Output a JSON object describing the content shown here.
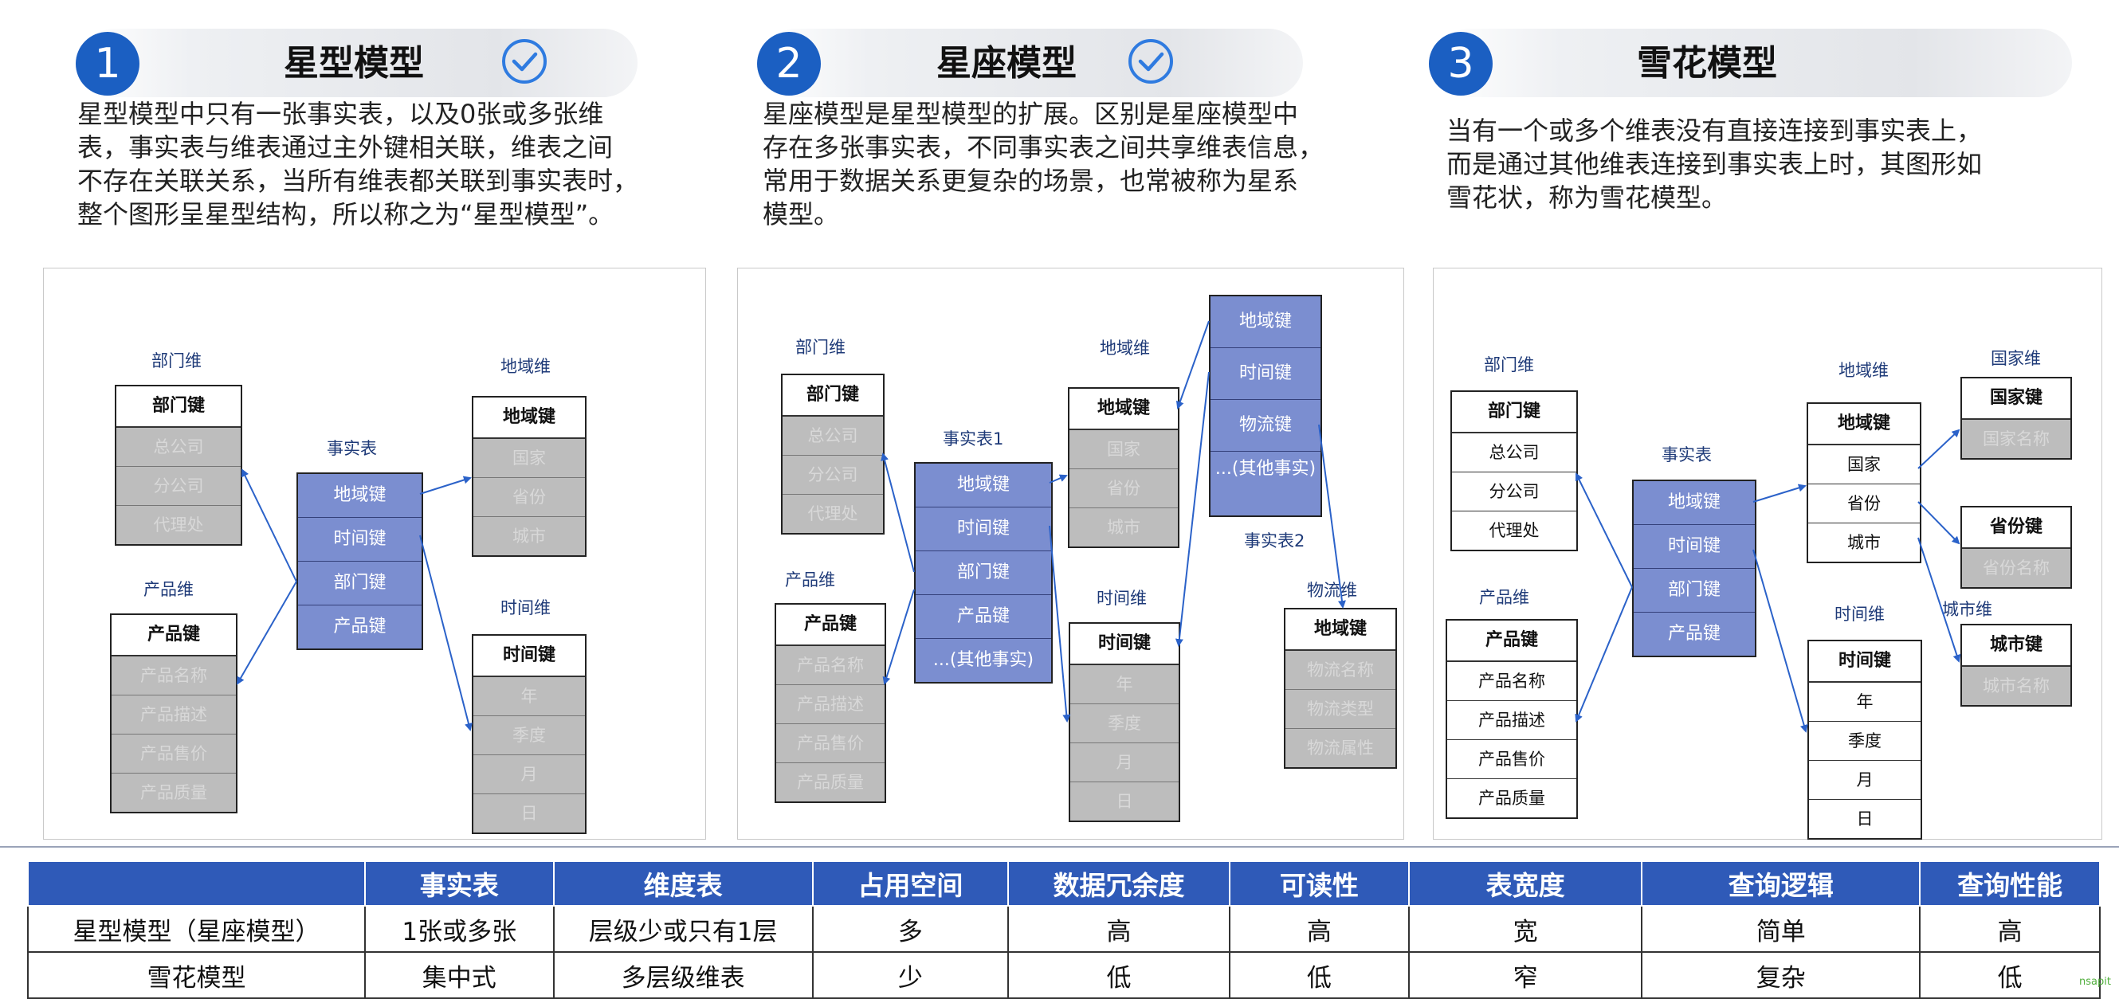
{
  "sections": [
    {
      "number": "1",
      "title": "星型模型",
      "has_check": true,
      "desc": [
        "星型模型中只有一张事实表，以及0张或多张维",
        "表，事实表与维表通过主外键相关联，维表之间",
        "不存在关联关系，当所有维表都关联到事实表时，",
        "整个图形呈星型结构，所以称之为“星型模型”。"
      ]
    },
    {
      "number": "2",
      "title": "星座模型",
      "has_check": true,
      "desc": [
        "星座模型是星型模型的扩展。区别是星座模型中",
        "存在多张事实表，不同事实表之间共享维表信息，",
        "常用于数据关系更复杂的场景，也常被称为星系",
        "模型。"
      ]
    },
    {
      "number": "3",
      "title": "雪花模型",
      "has_check": false,
      "desc": [
        "当有一个或多个维表没有直接连接到事实表上，",
        "而是通过其他维表连接到事实表上时，其图形如",
        "雪花状，称为雪花模型。"
      ]
    }
  ],
  "star": {
    "dept": {
      "label": "部门维",
      "header": "部门键",
      "cells": [
        "总公司",
        "分公司",
        "代理处"
      ]
    },
    "product": {
      "label": "产品维",
      "header": "产品键",
      "cells": [
        "产品名称",
        "产品描述",
        "产品售价",
        "产品质量"
      ]
    },
    "fact": {
      "label": "事实表",
      "cells": [
        "地域键",
        "时间键",
        "部门键",
        "产品键"
      ]
    },
    "region": {
      "label": "地域维",
      "header": "地域键",
      "cells": [
        "国家",
        "省份",
        "城市"
      ]
    },
    "time": {
      "label": "时间维",
      "header": "时间键",
      "cells": [
        "年",
        "季度",
        "月",
        "日"
      ]
    }
  },
  "constellation": {
    "dept": {
      "label": "部门维",
      "header": "部门键",
      "cells": [
        "总公司",
        "分公司",
        "代理处"
      ]
    },
    "product": {
      "label": "产品维",
      "header": "产品键",
      "cells": [
        "产品名称",
        "产品描述",
        "产品售价",
        "产品质量"
      ]
    },
    "fact1": {
      "label": "事实表1",
      "cells": [
        "地域键",
        "时间键",
        "部门键",
        "产品键",
        "...(其他事实)"
      ]
    },
    "region": {
      "label": "地域维",
      "header": "地域键",
      "cells": [
        "国家",
        "省份",
        "城市"
      ]
    },
    "time": {
      "label": "时间维",
      "header": "时间键",
      "cells": [
        "年",
        "季度",
        "月",
        "日"
      ]
    },
    "fact2": {
      "label": "事实表2",
      "cells": [
        "地域键",
        "时间键",
        "物流键",
        "...(其他事实)"
      ]
    },
    "logistics": {
      "label": "物流维",
      "header": "地域键",
      "cells": [
        "物流名称",
        "物流类型",
        "物流属性"
      ]
    }
  },
  "snowflake": {
    "dept": {
      "label": "部门维",
      "header": "部门键",
      "cells": [
        "总公司",
        "分公司",
        "代理处"
      ]
    },
    "product": {
      "label": "产品维",
      "header": "产品键",
      "cells": [
        "产品名称",
        "产品描述",
        "产品售价",
        "产品质量"
      ]
    },
    "fact": {
      "label": "事实表",
      "cells": [
        "地域键",
        "时间键",
        "部门键",
        "产品键"
      ]
    },
    "region": {
      "label": "地域维",
      "header": "地域键",
      "cells": [
        "国家",
        "省份",
        "城市"
      ]
    },
    "time": {
      "label": "时间维",
      "header": "时间键",
      "cells": [
        "年",
        "季度",
        "月",
        "日"
      ]
    },
    "country": {
      "label": "国家维",
      "header": "国家键",
      "cells": [
        "国家名称"
      ]
    },
    "province": {
      "label": "",
      "header": "省份键",
      "cells": [
        "省份名称"
      ]
    },
    "city": {
      "label": "城市维",
      "header": "城市键",
      "cells": [
        "城市名称"
      ]
    }
  },
  "table": {
    "headers": [
      "",
      "事实表",
      "维度表",
      "占用空间",
      "数据冗余度",
      "可读性",
      "表宽度",
      "查询逻辑",
      "查询性能"
    ],
    "rows": [
      [
        "星型模型（星座模型）",
        "1张或多张",
        "层级少或只有1层",
        "多",
        "高",
        "高",
        "宽",
        "简单",
        "高"
      ],
      [
        "雪花模型",
        "集中式",
        "多层级维表",
        "少",
        "低",
        "低",
        "窄",
        "复杂",
        "低"
      ]
    ]
  },
  "colors": {
    "accent": "#1b5fc2",
    "fact_fill": "#7b8ed0",
    "table_header": "#2f5ab8",
    "arrow": "#2b62c9"
  },
  "watermark": "nsapit"
}
